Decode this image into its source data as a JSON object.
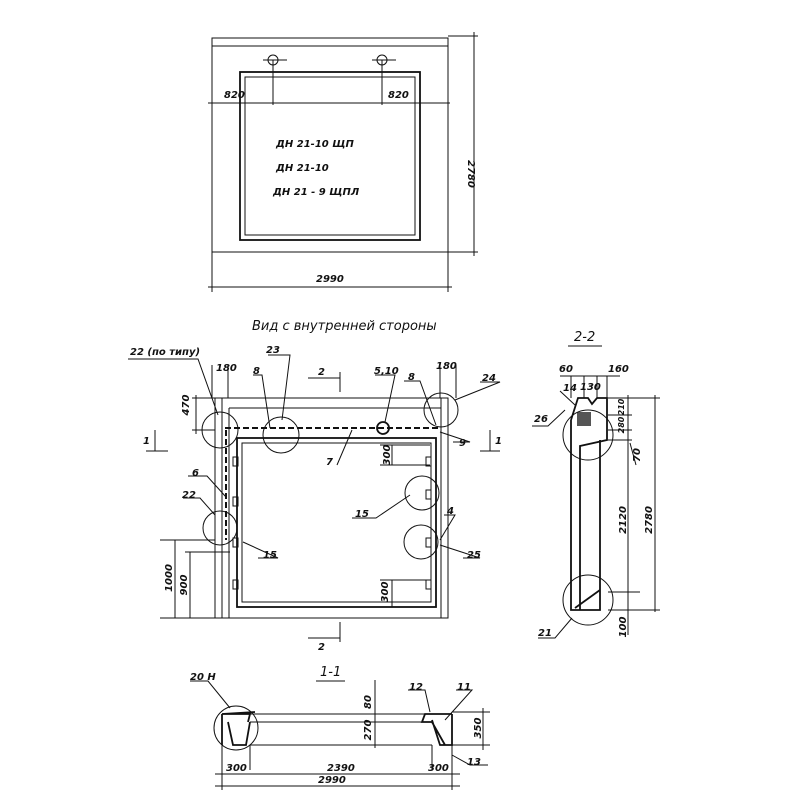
{
  "top_view": {
    "dim_left_hole": "820",
    "dim_right_hole": "820",
    "marks": [
      "ДН 21-10 ЩП",
      "ДН 21-10",
      "ДН 21 - 9 ЩПЛ"
    ],
    "dim_height": "2780",
    "dim_width": "2990"
  },
  "inner_view": {
    "title": "Вид с внутренней стороны",
    "labels": {
      "l22_typ": "22 (по типу)",
      "d180_left": "180",
      "d180_right": "180",
      "l23": "23",
      "l8_left": "8",
      "cut2_top": "2",
      "l5_10": "5,10",
      "l8_right": "8",
      "l24": "24",
      "d470": "470",
      "cut1_left": "1",
      "l9": "9",
      "cut1_right": "1",
      "l7": "7",
      "d300_top": "300",
      "l6": "6",
      "l22": "22",
      "l15_right": "15",
      "l4": "4",
      "l25": "25",
      "l15_left": "15",
      "d1000": "1000",
      "d900": "900",
      "d300_bottom": "300",
      "cut2_bottom": "2"
    }
  },
  "section_2_2": {
    "title": "2-2",
    "labels": {
      "d60": "60",
      "d130": "130",
      "d160": "160",
      "l14": "14",
      "l26": "26",
      "d210": "210",
      "d280": "280",
      "d70": "70",
      "d2120": "2120",
      "d2780": "2780",
      "d100": "100",
      "l21": "21"
    }
  },
  "section_1_1": {
    "title": "1-1",
    "labels": {
      "l20h": "20 Н",
      "l12": "12",
      "l11": "11",
      "d80": "80",
      "d270": "270",
      "d350": "350",
      "d300_left": "300",
      "d2390": "2390",
      "d300_right": "300",
      "d2990": "2990",
      "l13": "13"
    }
  }
}
